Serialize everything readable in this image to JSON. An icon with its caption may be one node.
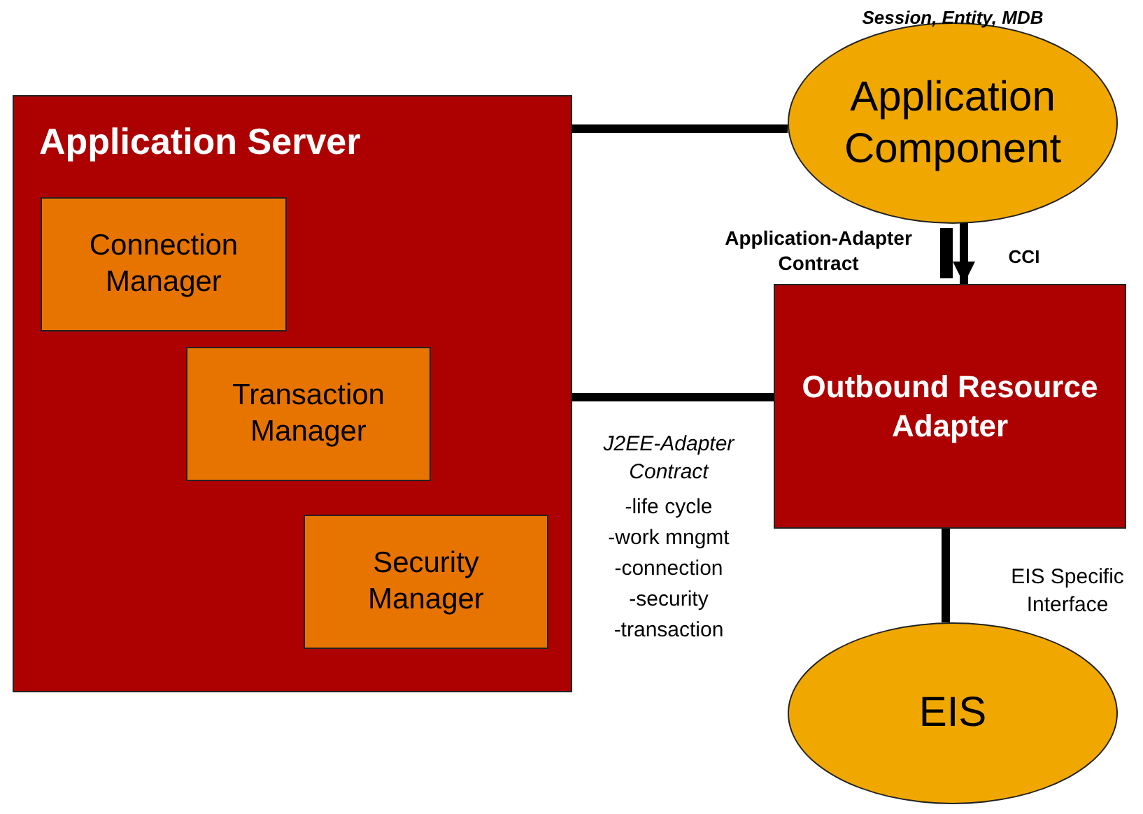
{
  "diagram": {
    "nodes": [
      {
        "text": [
          "Application Server"
        ]
      },
      {
        "text": [
          "Connection Manager"
        ],
        "in": 0
      },
      {
        "text": [
          "Transaction Manager"
        ],
        "in": 0
      },
      {
        "text": [
          "Security Manager"
        ],
        "in": 0
      },
      {
        "text": [
          "Application Component"
        ],
        "beside": [
          "Session, Entity, MDB"
        ]
      },
      {
        "text": [
          "Outbound Resource Adapter"
        ]
      },
      {
        "text": [
          "EIS"
        ]
      }
    ],
    "edges": [
      {
        "from": 0,
        "to": 4,
        "arrow": "none"
      },
      {
        "from": 0,
        "to": 5,
        "arrow": "none"
      },
      {
        "from": 4,
        "to": 5,
        "arrow": "to",
        "label": "CCI"
      },
      {
        "from": 5,
        "to": 6,
        "arrow": "none",
        "label": "EIS Specific Interface"
      }
    ],
    "labels": [
      "Application-Adapter Contract",
      "J2EE-Adapter Contract",
      "-life cycle",
      "-work mngmt",
      "-connection",
      "-security",
      "-transaction"
    ]
  }
}
